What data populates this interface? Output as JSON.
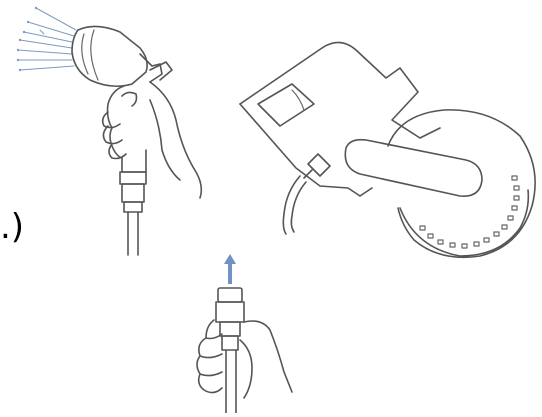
{
  "caption_fragment": ".)",
  "colors": {
    "line_art": "#555555",
    "water_spray": "#7d9bc3",
    "arrow": "#6f93c4",
    "background": "#ffffff"
  },
  "illustrations": [
    "spray-nozzle-in-hand",
    "hose-attachment-on-panel",
    "hose-connector-pushed-up"
  ],
  "icons": {
    "arrow": "arrow-up-icon"
  }
}
